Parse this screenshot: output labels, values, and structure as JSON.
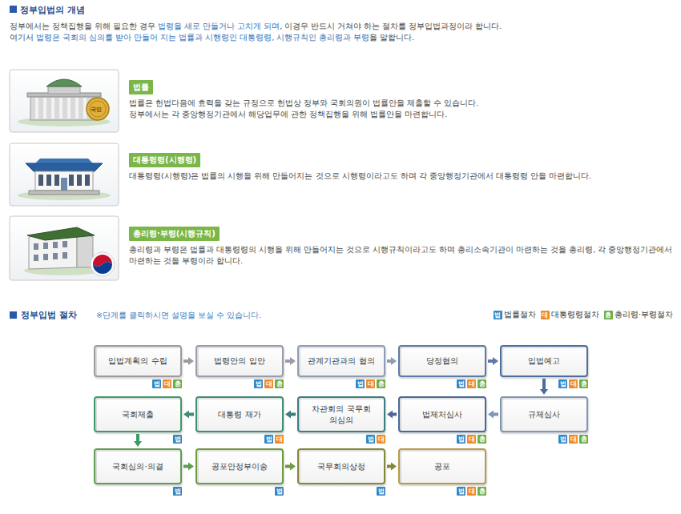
{
  "diagram": {
    "title": "정부입법의 개념",
    "nodes": [
      {
        "text": [
          "법률"
        ]
      },
      {
        "text": [
          "대통령령(시행령)"
        ]
      },
      {
        "text": [
          "총리령·부령(시행규칙)"
        ]
      },
      {
        "text": [
          "입법계획의 수립"
        ]
      },
      {
        "text": [
          "법령안의 입안"
        ]
      },
      {
        "text": [
          "관계기관과의 협의"
        ]
      },
      {
        "text": [
          "당정협의"
        ]
      },
      {
        "text": [
          "입법예고"
        ]
      },
      {
        "text": [
          "규제심사"
        ]
      },
      {
        "text": [
          "법제처심사"
        ]
      },
      {
        "text": [
          "차관회의 국무회의심의"
        ]
      },
      {
        "text": [
          "대통령 재가"
        ]
      },
      {
        "text": [
          "국회제출"
        ]
      },
      {
        "text": [
          "국회심의·의결"
        ]
      },
      {
        "text": [
          "공포안정부이송"
        ]
      },
      {
        "text": [
          "국무회의상정"
        ]
      },
      {
        "text": [
          "공포"
        ]
      }
    ],
    "edges": [
      {
        "from": 3,
        "to": 4,
        "arrow": "to"
      },
      {
        "from": 4,
        "to": 5,
        "arrow": "to"
      },
      {
        "from": 5,
        "to": 6,
        "arrow": "to"
      },
      {
        "from": 6,
        "to": 7,
        "arrow": "to"
      },
      {
        "from": 7,
        "to": 8,
        "arrow": "to"
      },
      {
        "from": 8,
        "to": 9,
        "arrow": "to"
      },
      {
        "from": 9,
        "to": 10,
        "arrow": "to"
      },
      {
        "from": 10,
        "to": 11,
        "arrow": "to"
      },
      {
        "from": 11,
        "to": 12,
        "arrow": "to"
      },
      {
        "from": 12,
        "to": 13,
        "arrow": "to"
      },
      {
        "from": 13,
        "to": 14,
        "arrow": "to"
      },
      {
        "from": 14,
        "to": 15,
        "arrow": "to"
      },
      {
        "from": 15,
        "to": 16,
        "arrow": "to"
      }
    ],
    "labels": [
      "정부에서는 정책집행을 위해 필요한 경우",
      "법령을 새로 만들거나 고치게 되며",
      ", 이경우 반드시 거쳐야 하는 절차를 정부입법과정이라 합니다.",
      "여기서",
      "법령은 국회의 심의를 받아 만들어 지는 법률과 시행령인 대통령령, 시행규칙인 총리령과 부령",
      "을 말합니다.",
      "법률은 헌법다음에 효력을 갖는 규정으로 헌법상 정부와 국회의원이 법률안을 제출할 수 있습니다.",
      "정부에서는 각 중앙행정기관에서 해당업무에 관한 정책집행을 위해 법률안을 마련합니다.",
      "대통령령(시행령)은 법률의 시행을 위해 만들어지는 것으로 시행령이라고도 하며 각 중앙행정기관에서 대통령령 안을 마련합니다.",
      "총리령과 부령은 법률과 대통령령의 시행을 위해 만들어지는 것으로 시행규칙이라고도 하며 총리소속기관이 마련하는 것을 총리령, 각 중앙행정기관에서 마련하는 것을 부령이라 합니다.",
      "정부입법 절차",
      "※단계를 클릭하시면 설명을 보실 수 있습니다.",
      "법",
      "대",
      "총",
      "국민",
      "법",
      "대",
      "총",
      "법",
      "대",
      "총",
      "법",
      "대",
      "총",
      "법",
      "대",
      "총",
      "법",
      "대",
      "총",
      "법",
      "대",
      "총",
      "법",
      "대",
      "총",
      "법",
      "대",
      "법",
      "대",
      "법",
      "법",
      "법",
      "법",
      "법",
      "대",
      "총"
    ],
    "legend": [
      {
        "text": "법률절차",
        "color": "#2f86c4"
      },
      {
        "text": "대통령령절차",
        "color": "#f08a24"
      },
      {
        "text": "총리령·부령절차",
        "color": "#6aae45"
      }
    ]
  }
}
